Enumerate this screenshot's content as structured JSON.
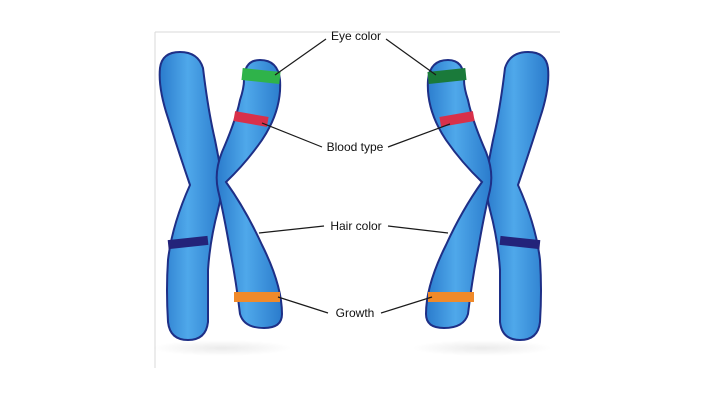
{
  "diagram": {
    "labels": {
      "eye_color": "Eye color",
      "blood_type": "Blood type",
      "hair_color": "Hair color",
      "growth": "Growth"
    },
    "colors": {
      "background": "#ffffff",
      "chromatid_fill": "#2e86d6",
      "chromatid_highlight": "#4fa8ea",
      "chromatid_outline": "#1e2f86",
      "eye_color_band_left": "#2fb34a",
      "eye_color_band_right": "#1a7a3a",
      "blood_type_band": "#d8304a",
      "hair_color_band": "#23237a",
      "growth_band": "#f08a2a"
    }
  }
}
